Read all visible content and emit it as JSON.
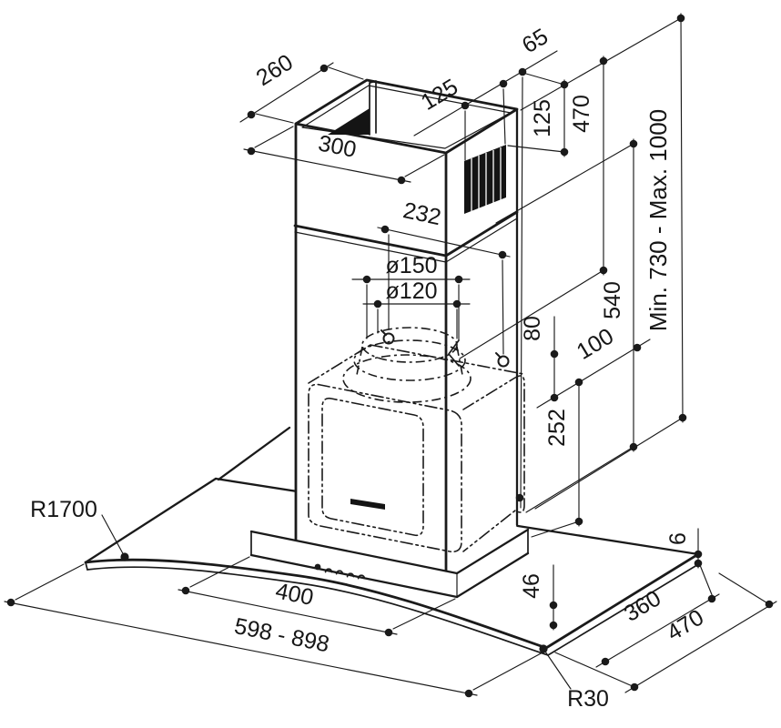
{
  "drawing": {
    "background": "#ffffff",
    "line_color": "#1a1a1a",
    "grille_color": "#141414",
    "dimensions": {
      "d260": {
        "label": "260"
      },
      "d300": {
        "label": "300"
      },
      "d65": {
        "label": "65"
      },
      "d125_top": {
        "label": "125"
      },
      "d125_right": {
        "label": "125"
      },
      "d470_upper": {
        "label": "470"
      },
      "d540": {
        "label": "540"
      },
      "d_minmax": {
        "label": "Min. 730 - Max. 1000"
      },
      "d232": {
        "label": "232"
      },
      "d150": {
        "label": "ø150"
      },
      "d120": {
        "label": "ø120"
      },
      "d80": {
        "label": "80"
      },
      "d100": {
        "label": "100"
      },
      "d252": {
        "label": "252"
      },
      "d46": {
        "label": "46"
      },
      "d6": {
        "label": "6"
      },
      "d360": {
        "label": "360"
      },
      "d470_lower": {
        "label": "470"
      },
      "d400": {
        "label": "400"
      },
      "d598_898": {
        "label": "598 - 898"
      },
      "r30": {
        "label": "R30"
      },
      "r1700": {
        "label": "R1700"
      }
    }
  }
}
